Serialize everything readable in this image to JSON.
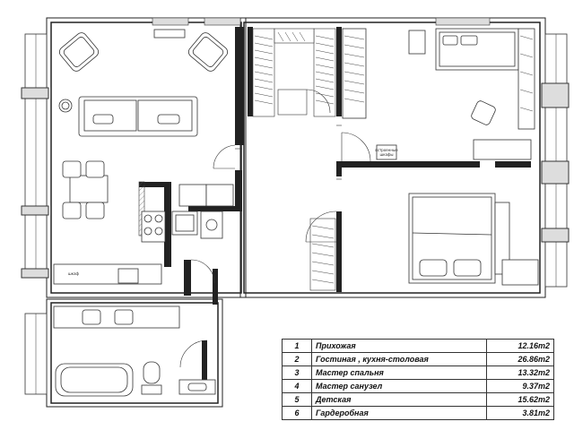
{
  "rooms": [
    {
      "num": "1",
      "name": "Прихожая",
      "area": "12.16m2"
    },
    {
      "num": "2",
      "name": "Гостиная , кухня-столовая",
      "area": "26.86m2"
    },
    {
      "num": "3",
      "name": "Мастер спальня",
      "area": "13.32m2"
    },
    {
      "num": "4",
      "name": "Мастер санузел",
      "area": "9.37m2"
    },
    {
      "num": "5",
      "name": "Детская",
      "area": "15.62m2"
    },
    {
      "num": "6",
      "name": "Гардеробная",
      "area": "3.81m2"
    }
  ],
  "labels": {
    "shelf_label": "встроенные шкафы",
    "cabinet_label": "шкаф"
  }
}
